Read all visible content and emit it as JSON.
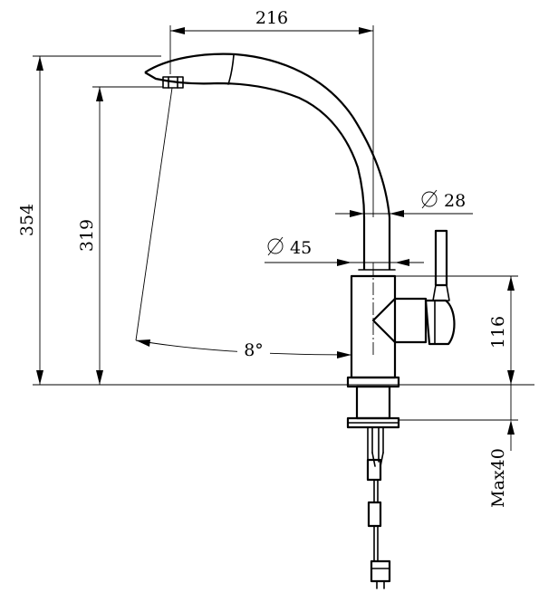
{
  "dimensions": {
    "width_top": "216",
    "height_total": "354",
    "height_spout": "319",
    "diameter_spout": "28",
    "diameter_body": "45",
    "angle": "8°",
    "height_body": "116",
    "max_thickness": "Max40"
  },
  "symbols": {
    "diameter": "diameter-icon"
  }
}
